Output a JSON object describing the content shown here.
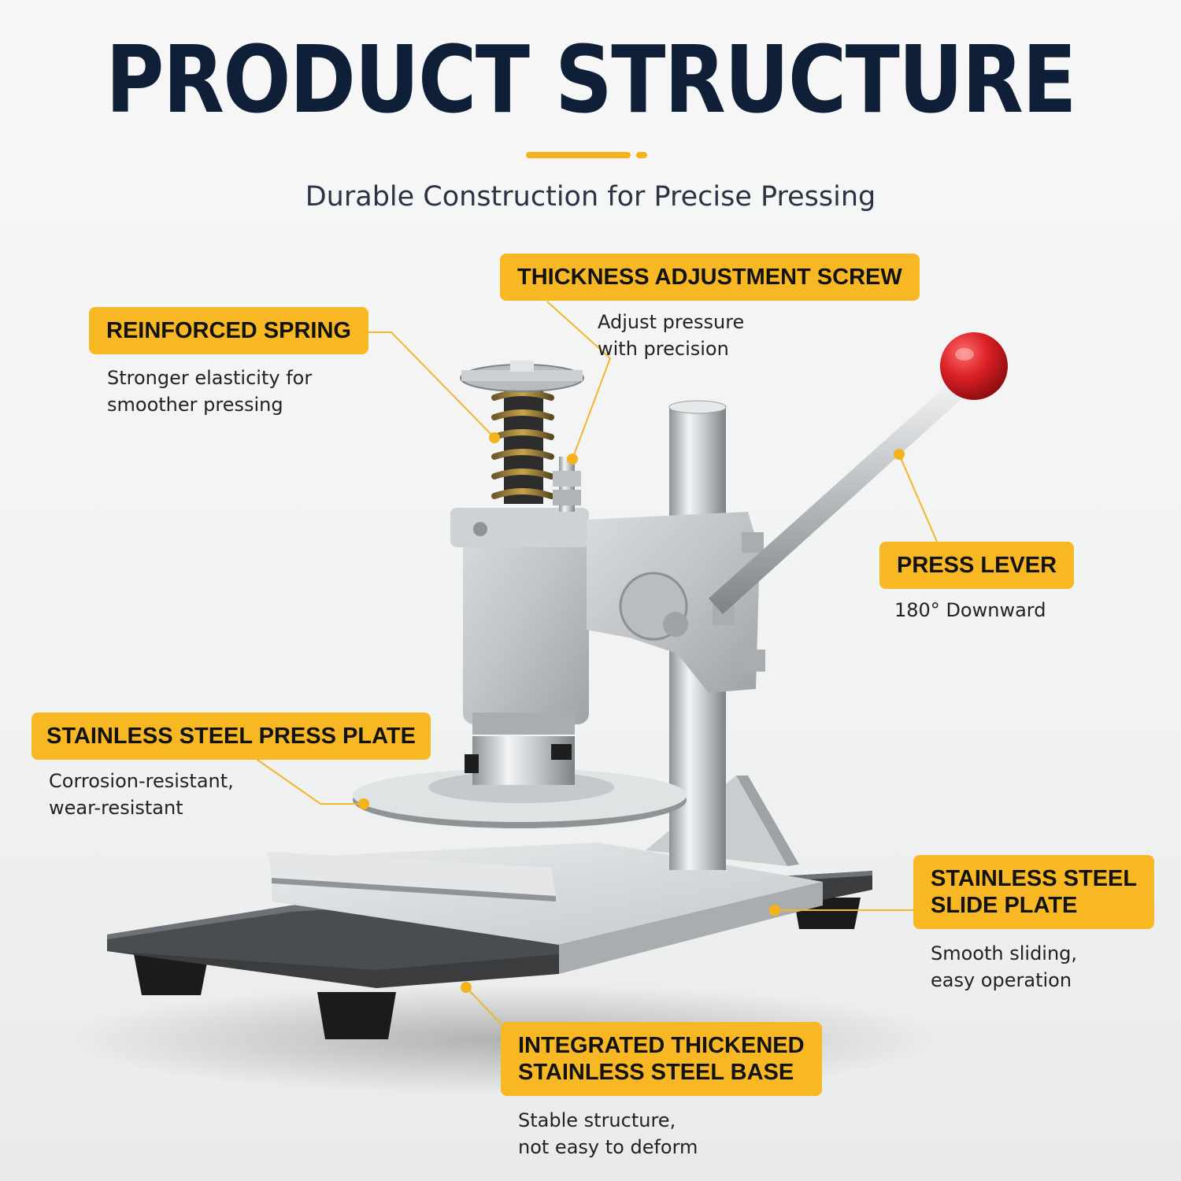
{
  "header": {
    "title": "PRODUCT STRUCTURE",
    "subtitle": "Durable Construction for Precise Pressing"
  },
  "colors": {
    "accent": "#f8b824",
    "title": "#0f1f38",
    "knob": "#d81f25"
  },
  "callouts": [
    {
      "label": "THICKNESS ADJUSTMENT SCREW",
      "desc_lines": [
        "Adjust pressure",
        "with precision"
      ]
    },
    {
      "label": "REINFORCED SPRING",
      "desc_lines": [
        "Stronger elasticity for",
        "smoother pressing"
      ]
    },
    {
      "label": "PRESS LEVER",
      "desc_lines": [
        "180° Downward"
      ]
    },
    {
      "label": "STAINLESS STEEL PRESS PLATE",
      "desc_lines": [
        "Corrosion-resistant,",
        "wear-resistant"
      ]
    },
    {
      "label_lines": [
        "STAINLESS STEEL",
        "SLIDE PLATE"
      ],
      "desc_lines": [
        "Smooth sliding,",
        "easy operation"
      ]
    },
    {
      "label_lines": [
        "INTEGRATED THICKENED",
        "STAINLESS STEEL BASE"
      ],
      "desc_lines": [
        "Stable structure,",
        "not easy to deform"
      ]
    }
  ]
}
